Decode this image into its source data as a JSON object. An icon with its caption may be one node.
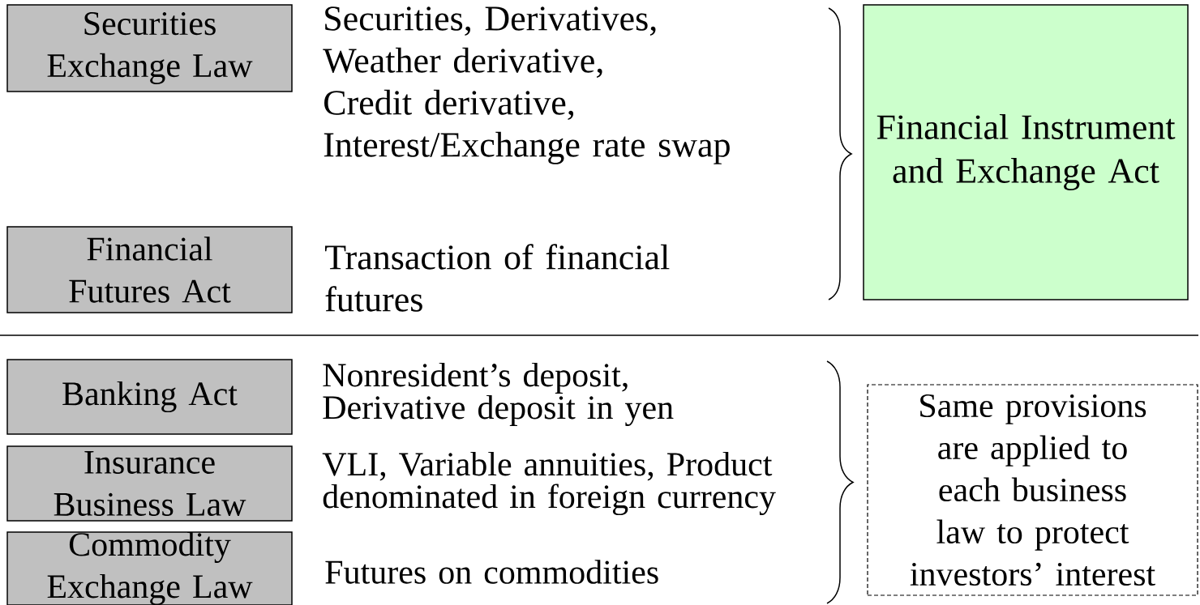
{
  "diagram": {
    "nodes": [
      {
        "text": [
          "Securities Exchange Law"
        ],
        "beside": [
          "Securities, Derivatives, Weather derivative, Credit derivative, Interest/Exchange rate swap"
        ]
      },
      {
        "text": [
          "Financial Futures Act"
        ],
        "beside": [
          "Transaction of financial futures"
        ]
      },
      {
        "text": [
          "Financial Instrument and Exchange Act"
        ]
      },
      {
        "text": [
          "Banking Act"
        ],
        "beside": [
          "Nonresident’s deposit, Derivative deposit in yen"
        ]
      },
      {
        "text": [
          "Insurance Business Law"
        ],
        "beside": [
          "VLI, Variable annuities, Product denominated in foreign currency"
        ]
      },
      {
        "text": [
          "Commodity Exchange Law"
        ],
        "beside": [
          "Futures on commodities"
        ]
      },
      {
        "text": [
          "Same provisions are applied to each business law to protect investors’ interest"
        ]
      }
    ]
  }
}
